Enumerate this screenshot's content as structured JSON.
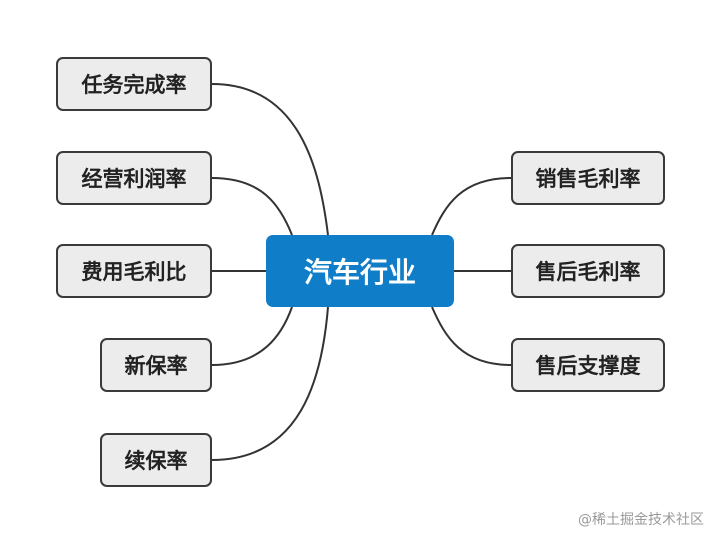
{
  "center": {
    "label": "汽车行业",
    "color": "#0f7dc8"
  },
  "left_nodes": [
    {
      "id": "task",
      "label": "任务完成率"
    },
    {
      "id": "op-profit",
      "label": "经营利润率"
    },
    {
      "id": "cost-ratio",
      "label": "费用毛利比"
    },
    {
      "id": "new-ins",
      "label": "新保率"
    },
    {
      "id": "renew-ins",
      "label": "续保率"
    }
  ],
  "right_nodes": [
    {
      "id": "sales-margin",
      "label": "销售毛利率"
    },
    {
      "id": "aftersales-margin",
      "label": "售后毛利率"
    },
    {
      "id": "aftersales-support",
      "label": "售后支撑度"
    }
  ],
  "watermark": "@稀土掘金技术社区"
}
